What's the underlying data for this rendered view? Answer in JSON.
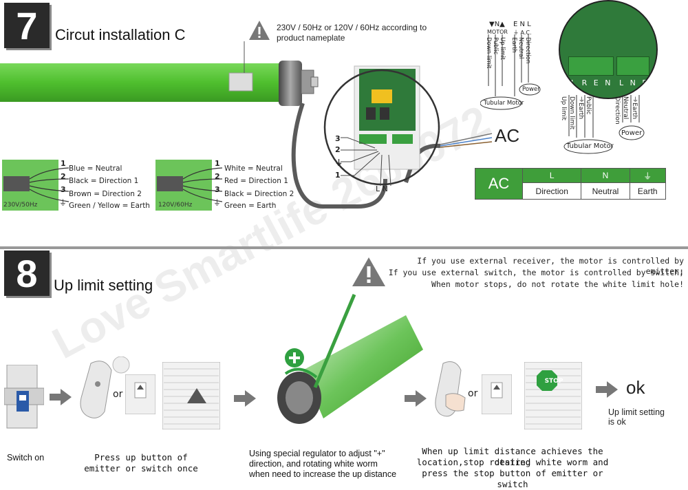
{
  "step7": {
    "number": "7",
    "title": "Circut installation C",
    "warning": "230V / 50Hz or 120V / 60Hz according to product nameplate",
    "wiring_230": {
      "badge": "230V/50Hz",
      "numbers": [
        "1",
        "2",
        "3",
        "⏚"
      ],
      "lines": [
        "Blue = Neutral",
        "Black = Direction 1",
        "Brown = Direction 2",
        "Green / Yellow = Earth"
      ]
    },
    "wiring_120": {
      "badge": "120V/60Hz",
      "numbers": [
        "1",
        "2",
        "3",
        "⏚"
      ],
      "lines": [
        "White = Neutral",
        "Red = Direction 1",
        "Black = Direction 2",
        "Green = Earth"
      ]
    },
    "board_numbers": [
      "3",
      "2",
      "⏚",
      "1"
    ],
    "board_ln": "L N",
    "ac_label": "AC",
    "table": {
      "header": "AC",
      "cols": [
        "L",
        "N",
        "⏚"
      ],
      "vals": [
        "Direction",
        "Neutral",
        "Earth"
      ]
    },
    "small_diagram": {
      "top": [
        "▼N▲",
        "E N L"
      ],
      "top_sub": [
        "MOTOR",
        "⏚ A.C."
      ],
      "terminals": [
        "Down limit",
        "Public",
        "Up limit",
        "Earth",
        "Neutral",
        "Direction"
      ],
      "power": "Power",
      "motor": "Tubular Motor"
    },
    "big_diagram": {
      "left_terms": "L R E N",
      "right_terms": "L N E",
      "labels": [
        "Up limit",
        "Down limit",
        "⏚Earth",
        "Public",
        "Direction",
        "Neutral",
        "⏚Earth"
      ],
      "power": "Power",
      "motor": "Tubular Motor"
    }
  },
  "step8": {
    "number": "8",
    "title": "Up limit setting",
    "notes": [
      "If you use external receiver, the motor is controlled by emitter;",
      "If you use external switch, the motor is controlled by switch;",
      "When motor stops, do not rotate the white limit hole!"
    ],
    "or1": "or",
    "or2": "or",
    "stop": "STOP",
    "ok": "ok",
    "ok_caption": [
      "Up limit setting",
      "is ok"
    ],
    "captions": {
      "switch": "Switch on",
      "press": [
        "Press up button of",
        "emitter or switch once"
      ],
      "regulator": [
        "Using special regulator to adjust \"+\"",
        "direction, and rotating white worm",
        "when need to increase the up distance"
      ],
      "achieve": [
        "When up limit distance achieves the desired",
        "location,stop rotating white worm and",
        "press the stop button of emitter or switch"
      ]
    }
  },
  "watermark": "Love Smartlife 2600072",
  "colors": {
    "green": "#5cc23c",
    "dark": "#2a2a2a",
    "board": "#2f7a3a",
    "table_green": "#3f9e3a"
  }
}
